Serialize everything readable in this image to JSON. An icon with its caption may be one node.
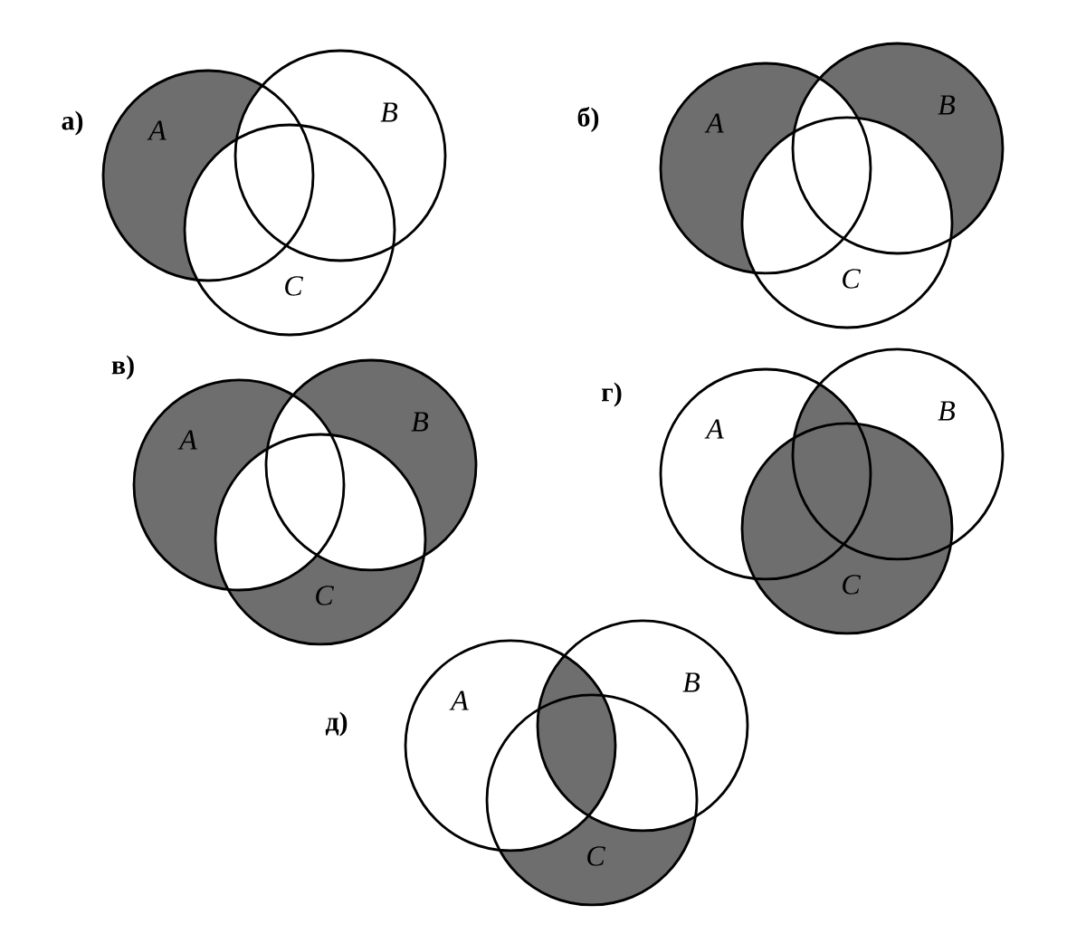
{
  "diagram": {
    "nodes": [
      {
        "text": [
          "A"
        ]
      },
      {
        "text": [
          "B"
        ]
      },
      {
        "text": [
          "C"
        ]
      },
      {
        "text": [
          "A"
        ]
      },
      {
        "text": [
          "B"
        ]
      },
      {
        "text": [
          "C"
        ]
      },
      {
        "text": [
          "A"
        ]
      },
      {
        "text": [
          "B"
        ]
      },
      {
        "text": [
          "C"
        ]
      },
      {
        "text": [
          "A"
        ]
      },
      {
        "text": [
          "B"
        ]
      },
      {
        "text": [
          "C"
        ]
      },
      {
        "text": [
          "A"
        ]
      },
      {
        "text": [
          "B"
        ]
      },
      {
        "text": [
          "C"
        ]
      }
    ],
    "labels": [
      "а)",
      "б)",
      "в)",
      "г)",
      "д)"
    ]
  }
}
